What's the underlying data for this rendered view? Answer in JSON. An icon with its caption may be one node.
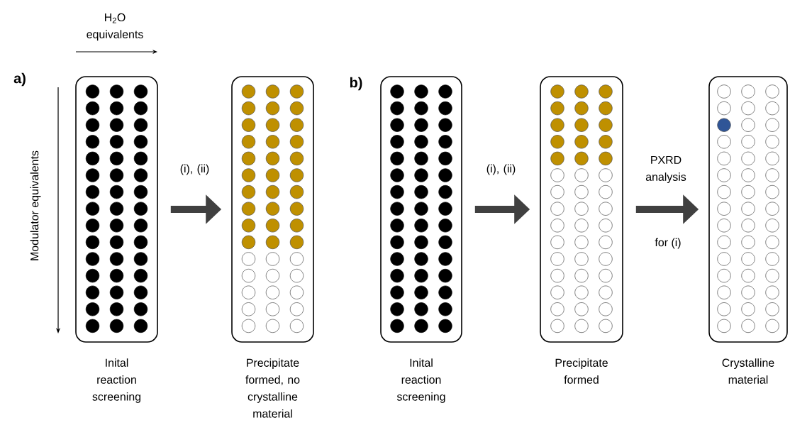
{
  "diagram": {
    "nodes": [
      {
        "text": [],
        "shape": "box",
        "beside": [
          "Inital reaction screening"
        ]
      },
      {
        "text": [],
        "shape": "box",
        "beside": [
          "Precipitate formed, no crystalline material"
        ]
      },
      {
        "text": [],
        "shape": "box",
        "beside": [
          "Inital reaction screening"
        ]
      },
      {
        "text": [],
        "shape": "box",
        "beside": [
          "Precipitate formed"
        ]
      },
      {
        "text": [],
        "shape": "box",
        "beside": [
          "Crystalline material"
        ]
      }
    ],
    "edges": [
      {
        "from": 0,
        "to": 1,
        "arrow": "to",
        "label": "(i), (ii)"
      },
      {
        "from": 2,
        "to": 3,
        "arrow": "to",
        "label": "(i), (ii)"
      },
      {
        "from": 3,
        "to": 4,
        "arrow": "to",
        "label": "PXRD analysis"
      }
    ],
    "labels": [
      "H$_{2}$O equivalents",
      "a)",
      "Modulator equivalents",
      "b)",
      "for (i)"
    ]
  }
}
